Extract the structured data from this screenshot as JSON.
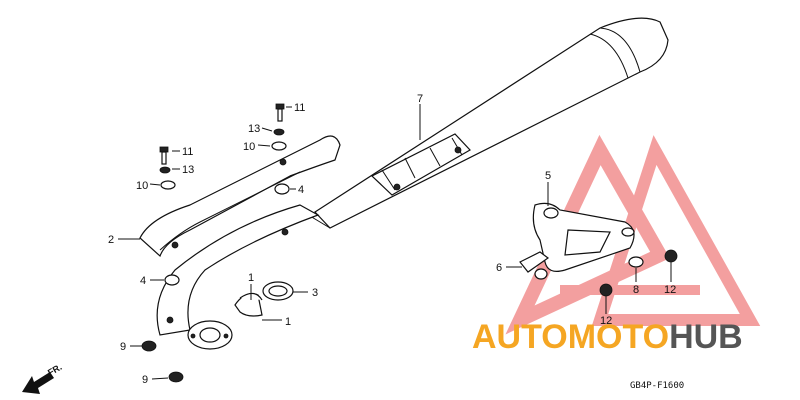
{
  "diagram": {
    "drawing_code": "GB4P-F1600",
    "front_marker": "FR.",
    "watermark": {
      "word_a": "AUTOMOTO",
      "word_b": "HUB",
      "color_a": "#f5a623",
      "color_b": "#555555",
      "logo_color": "#f08080"
    },
    "callouts": {
      "c11a": "11",
      "c13a": "13",
      "c10a": "10",
      "c11b": "11",
      "c13b": "13",
      "c10b": "10",
      "c4a": "4",
      "c4b": "4",
      "c2": "2",
      "c7": "7",
      "c5": "5",
      "c6": "6",
      "c8": "8",
      "c12a": "12",
      "c12b": "12",
      "c1a": "1",
      "c1b": "1",
      "c3": "3",
      "c9a": "9",
      "c9b": "9"
    }
  }
}
